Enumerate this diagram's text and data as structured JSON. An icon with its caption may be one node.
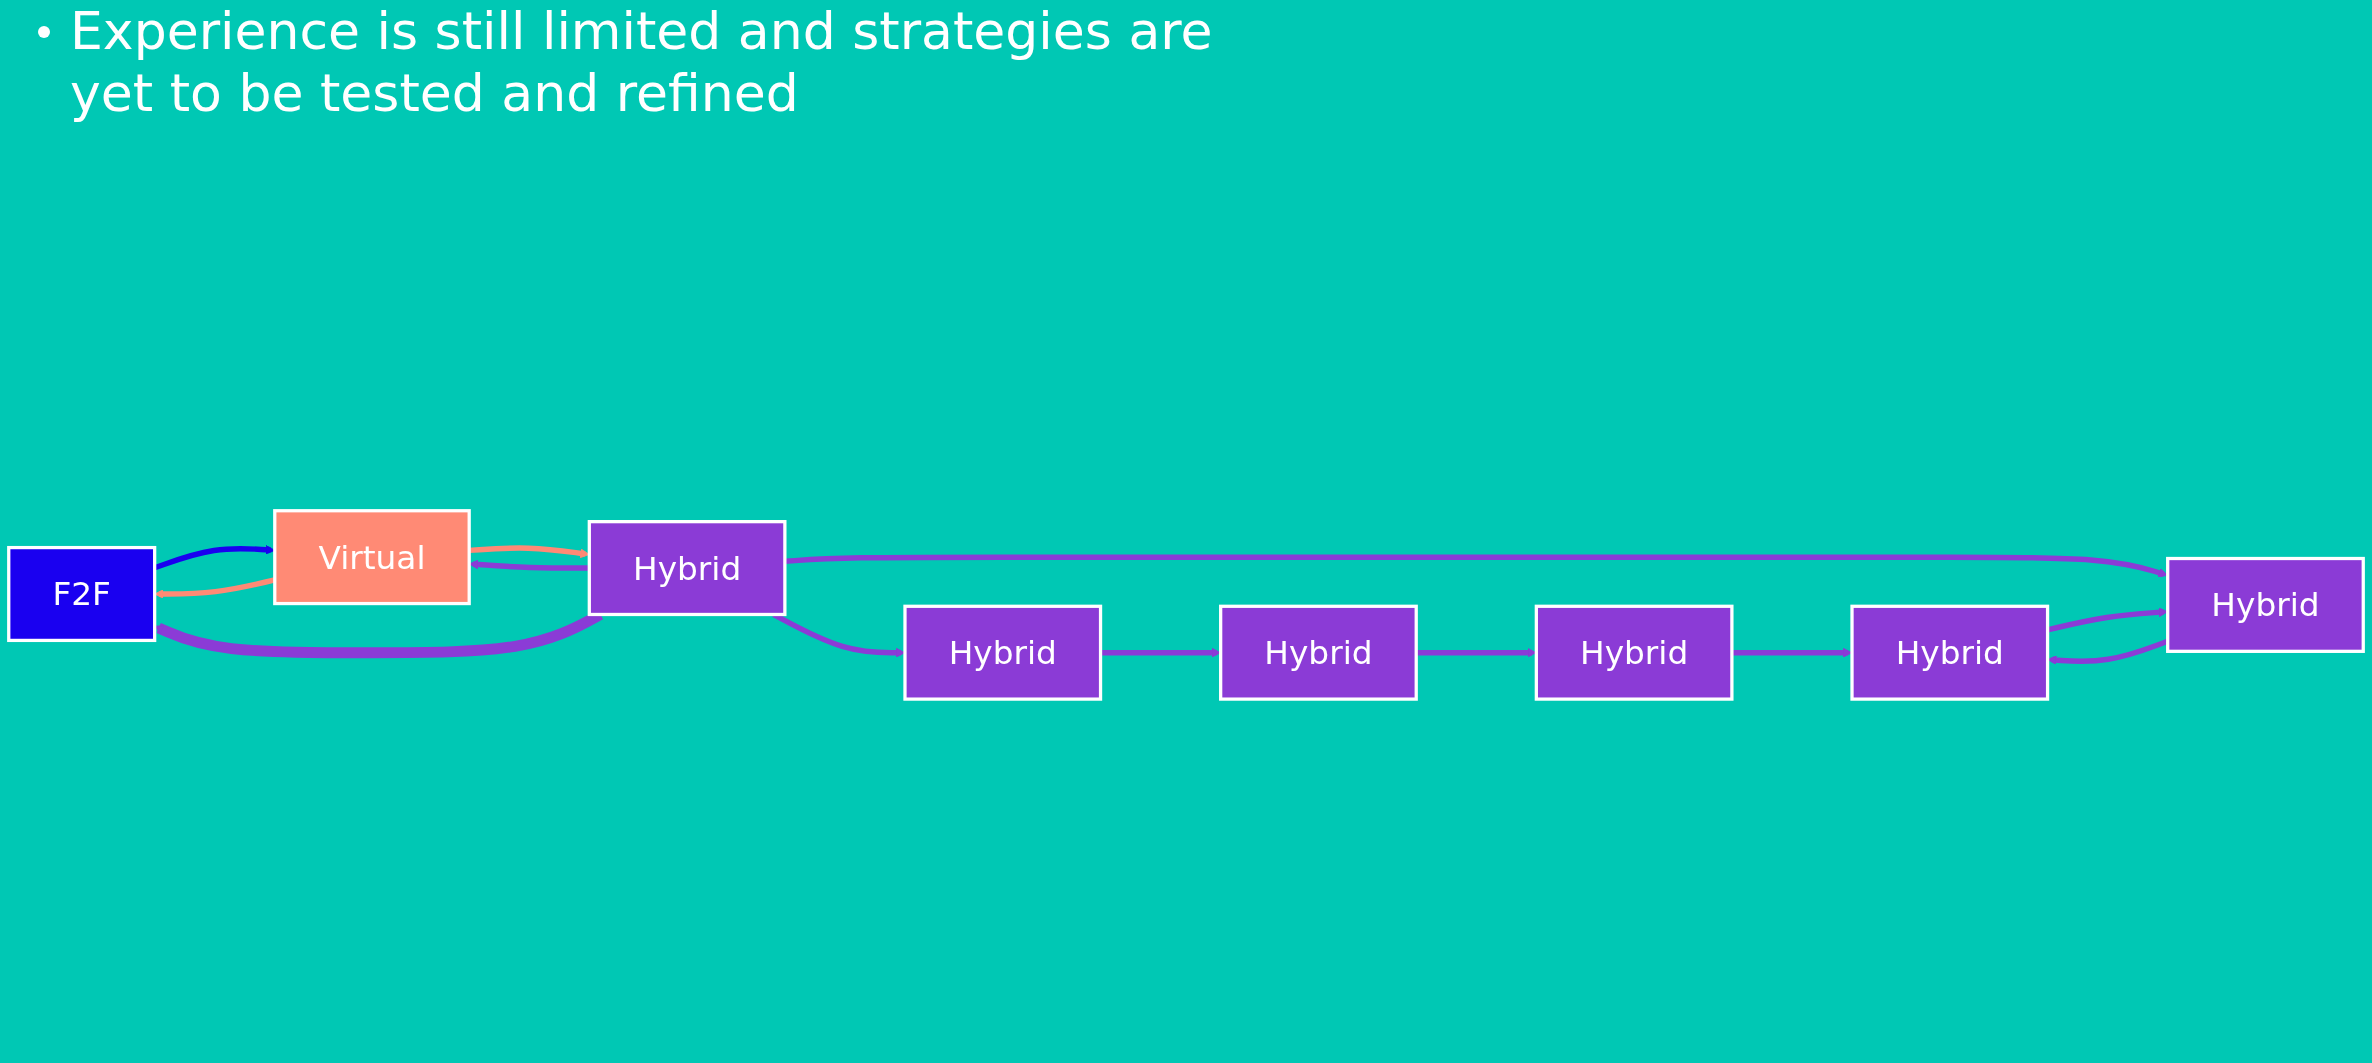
{
  "diagram": {
    "nodes": [
      {
        "text": [
          "F2F"
        ]
      },
      {
        "text": [
          "Virtual"
        ]
      },
      {
        "text": [
          "Hybrid"
        ]
      },
      {
        "text": [
          "Hybrid"
        ]
      },
      {
        "text": [
          "Hybrid"
        ]
      },
      {
        "text": [
          "Hybrid"
        ]
      },
      {
        "text": [
          "Hybrid"
        ]
      },
      {
        "text": [
          "Hybrid"
        ]
      }
    ],
    "edges": [
      {
        "from": 1,
        "to": 0,
        "arrow": "to",
        "color": "#ff8a75"
      },
      {
        "from": 1,
        "to": 2,
        "arrow": "to",
        "color": "#ff8a75"
      },
      {
        "from": 0,
        "to": 1,
        "arrow": "to",
        "color": "#1a00f0"
      },
      {
        "from": 2,
        "to": 3,
        "arrow": "to"
      },
      {
        "from": 2,
        "to": 1,
        "arrow": "to"
      },
      {
        "from": 2,
        "to": 4,
        "arrow": "to"
      },
      {
        "from": 2,
        "to": 0,
        "arrow": "to",
        "style": "thick"
      },
      {
        "from": 3,
        "to": 5,
        "arrow": "to"
      },
      {
        "from": 5,
        "to": 6,
        "arrow": "to"
      },
      {
        "from": 6,
        "to": 7,
        "arrow": "to"
      },
      {
        "from": 4,
        "to": 7,
        "arrow": "to"
      },
      {
        "from": 7,
        "to": 4,
        "arrow": "to"
      }
    ],
    "labels": [
      "Experience is still limited and strategies are yet to be tested and refined"
    ]
  }
}
